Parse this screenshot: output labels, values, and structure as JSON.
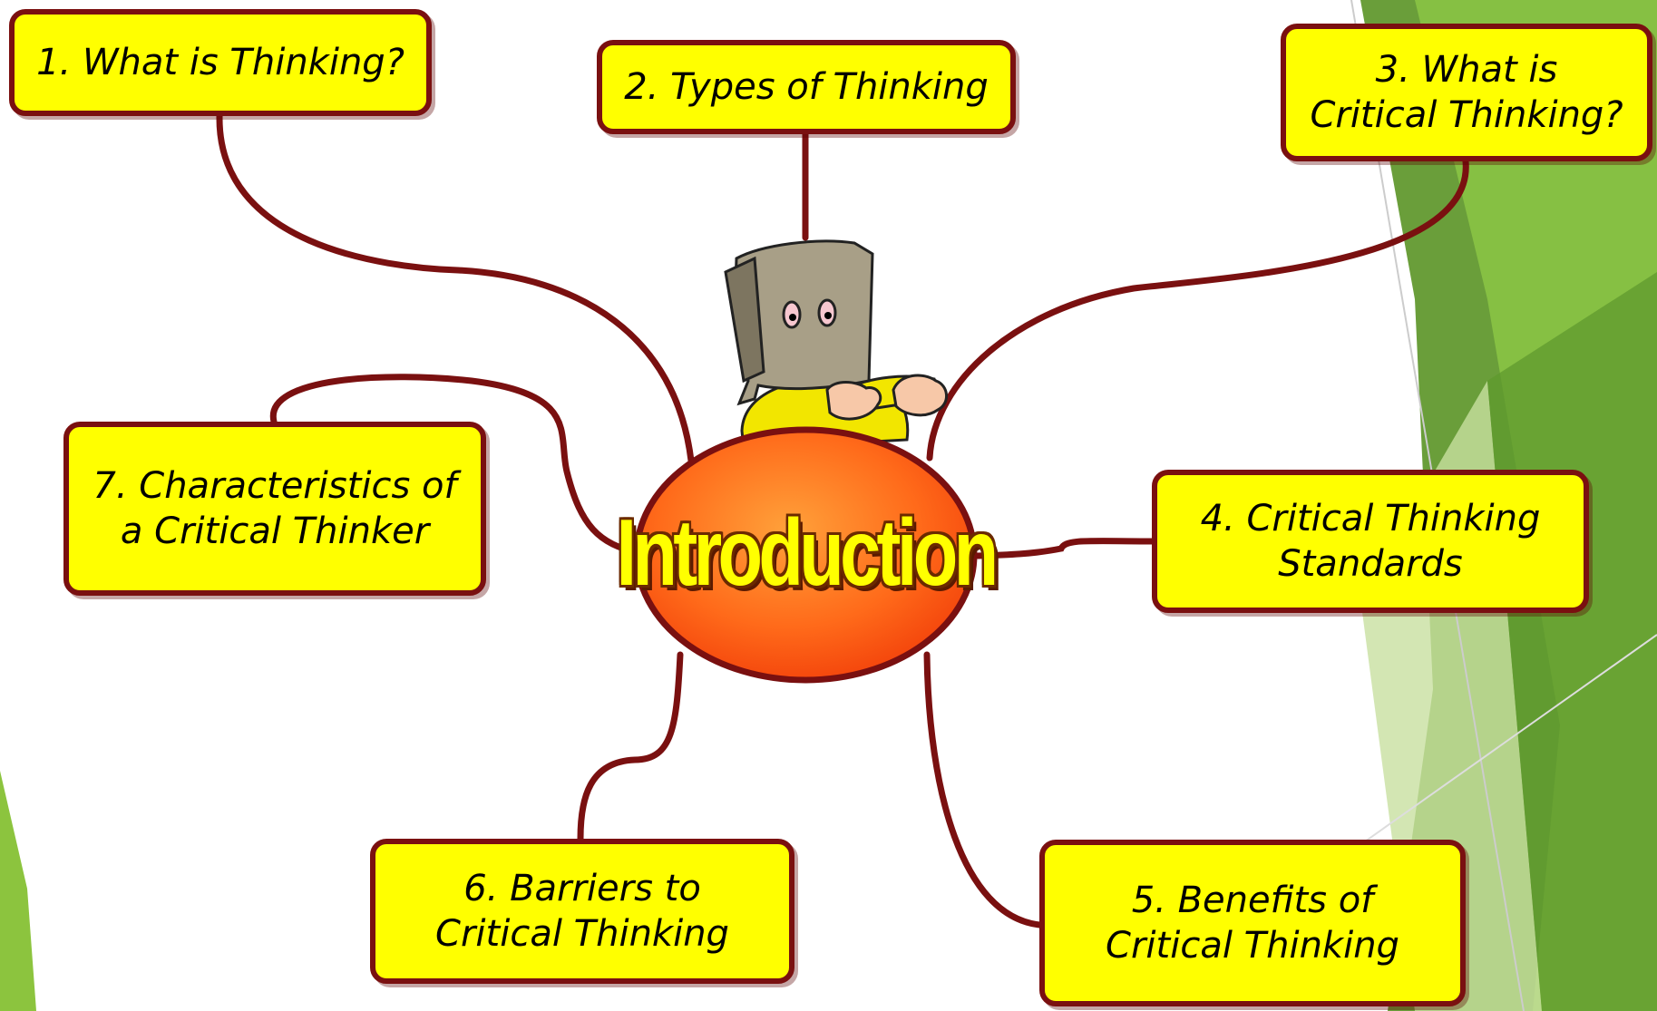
{
  "center": {
    "label": "Introduction"
  },
  "topics": [
    {
      "lines": [
        "1. What is Thinking?"
      ]
    },
    {
      "lines": [
        "2. Types of Thinking"
      ]
    },
    {
      "lines": [
        "3. What is",
        "Critical Thinking?"
      ]
    },
    {
      "lines": [
        "4. Critical Thinking",
        "Standards"
      ]
    },
    {
      "lines": [
        "5. Benefits of",
        "Critical Thinking"
      ]
    },
    {
      "lines": [
        "6. Barriers to",
        "Critical Thinking"
      ]
    },
    {
      "lines": [
        "7. Characteristics of",
        "a Critical Thinker"
      ]
    }
  ],
  "colors": {
    "box_fill": "#ffff00",
    "connector": "#7a1010",
    "center_orange": "#ff6a1a",
    "accent_green": "#7ab83a"
  }
}
